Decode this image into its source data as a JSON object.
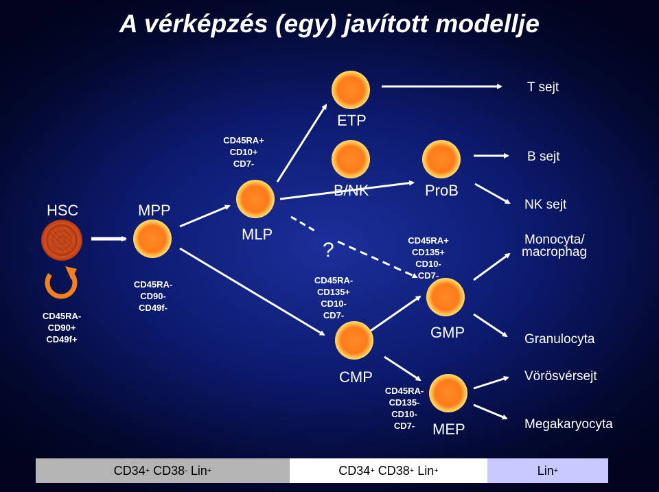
{
  "title": "A vérképzés (egy) javított modellje",
  "cells": {
    "hsc": "HSC",
    "mpp": "MPP",
    "mlp": "MLP",
    "etp": "ETP",
    "bnk": "B/NK",
    "prob": "ProB",
    "gmp": "GMP",
    "cmp": "CMP",
    "mep": "MEP",
    "unknown": "?"
  },
  "markers": {
    "hsc": [
      "CD45RA-",
      "CD90+",
      "CD49f+"
    ],
    "mpp": [
      "CD45RA-",
      "CD90-",
      "CD49f-"
    ],
    "mlp": [
      "CD45RA+",
      "CD10+",
      "CD7-"
    ],
    "cmp": [
      "CD45RA-",
      "CD135+",
      "CD10-",
      "CD7-"
    ],
    "gmp": [
      "CD45RA+",
      "CD135+",
      "CD10-",
      "CD7-"
    ],
    "mep": [
      "CD45RA-",
      "CD135-",
      "CD10-",
      "CD7-"
    ]
  },
  "outputs": {
    "t": "T sejt",
    "b": "B sejt",
    "nk": "NK sejt",
    "mono_1": "Monocyta/",
    "mono_2": "macrophag",
    "granulo": "Granulocyta",
    "ery": "Vörösvérsejt",
    "mega": "Megakaryocyta"
  },
  "bottom_bar": {
    "seg1": {
      "a": "CD34",
      "a_sup": "+",
      "b": " CD38",
      "b_sup": "-",
      "c": " Lin",
      "c_sup": "+"
    },
    "seg2": {
      "a": "CD34",
      "a_sup": "+",
      "b": " CD38",
      "b_sup": "+",
      "c": " Lin",
      "c_sup": "+"
    },
    "seg3": {
      "a": "Lin",
      "a_sup": "+"
    }
  },
  "colors": {
    "cell": "#ff7a1a",
    "hsc_cell": "#c04218",
    "background": "#0c1a6e",
    "bar_gray": "#b4b4b4",
    "bar_white": "#ffffff",
    "bar_lavender": "#c9c9ff"
  },
  "icons": [
    "self-renewal-arrow-icon"
  ]
}
